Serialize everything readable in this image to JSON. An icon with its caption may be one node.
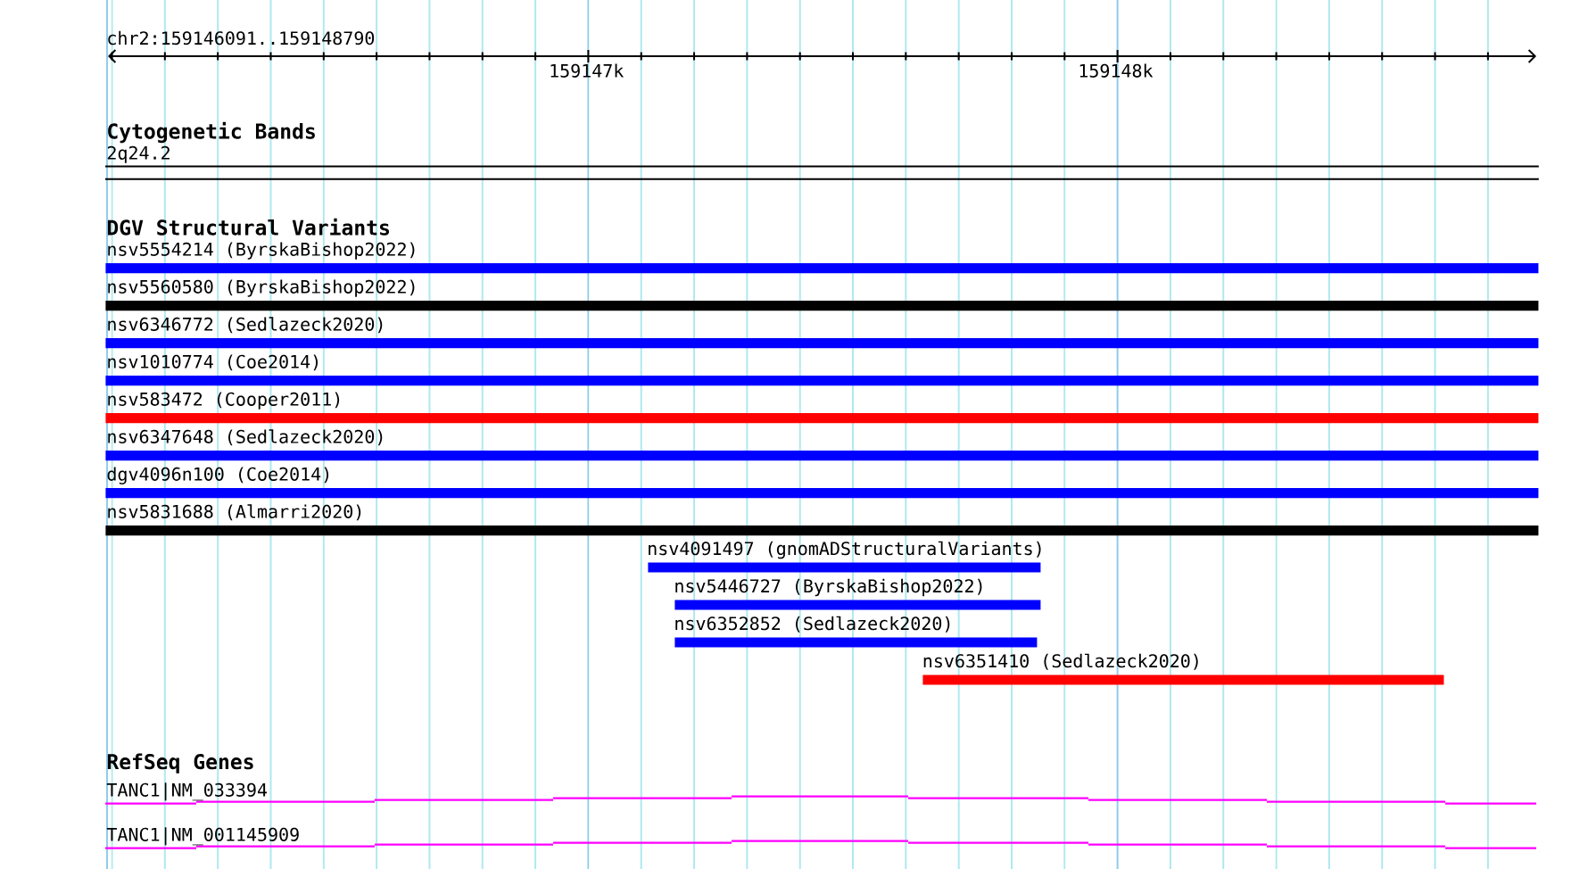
{
  "diagram": {
    "nodes": [
      {
        "text": [
          "2q24.2"
        ]
      },
      {
        "text": [
          "nsv5554214 (ByrskaBishop2022)"
        ]
      },
      {
        "text": [
          "nsv5560580 (ByrskaBishop2022)"
        ]
      },
      {
        "text": [
          "nsv6346772 (Sedlazeck2020)"
        ]
      },
      {
        "text": [
          "nsv1010774 (Coe2014)"
        ]
      },
      {
        "text": [
          "nsv583472 (Cooper2011)"
        ]
      },
      {
        "text": [
          "nsv6347648 (Sedlazeck2020)"
        ]
      },
      {
        "text": [
          "dgv4096n100 (Coe2014)"
        ]
      },
      {
        "text": [
          "nsv5831688 (Almarri2020)"
        ]
      },
      {
        "text": [
          "nsv4091497 (gnomADStructuralVariants)"
        ]
      },
      {
        "text": [
          "nsv5446727 (ByrskaBishop2022)"
        ]
      },
      {
        "text": [
          "nsv6352852 (Sedlazeck2020)"
        ]
      },
      {
        "text": [
          "nsv6351410 (Sedlazeck2020)"
        ]
      },
      {
        "text": [
          "TANC1|NM_033394"
        ]
      },
      {
        "text": [
          "TANC1|NM_001145909"
        ]
      }
    ],
    "labels": [
      "chr2:159146091..159148790",
      "159147k",
      "159148k",
      "Cytogenetic Bands",
      "DGV Structural Variants",
      "RefSeq Genes"
    ]
  }
}
